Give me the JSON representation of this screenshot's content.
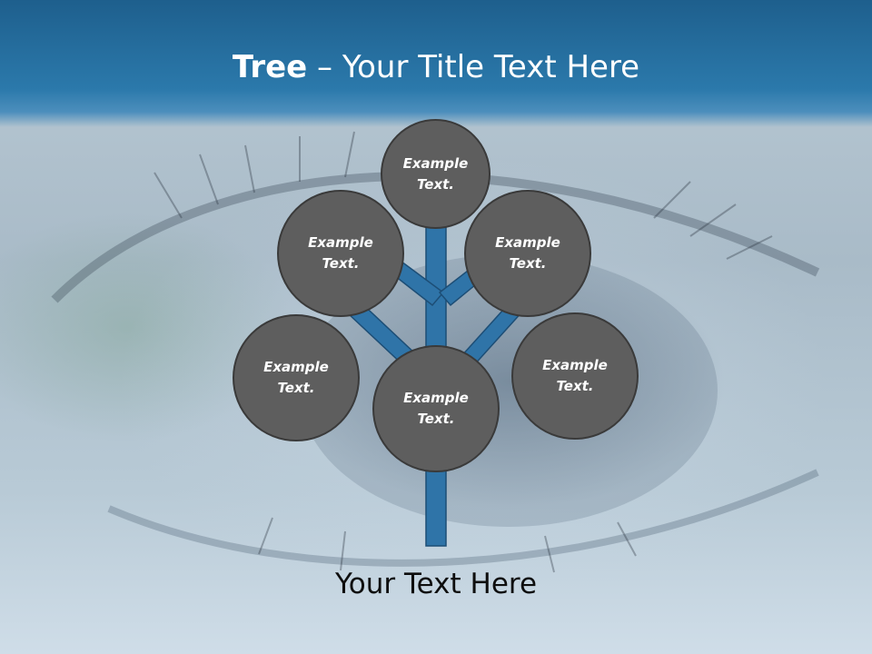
{
  "title": {
    "bold": "Tree",
    "rest": " – Your Title Text Here"
  },
  "nodes": [
    {
      "label": "Example\nText."
    },
    {
      "label": "Example\nText."
    },
    {
      "label": "Example\nText."
    },
    {
      "label": "Example\nText."
    },
    {
      "label": "Example\nText."
    },
    {
      "label": "Example\nText."
    }
  ],
  "caption": "Your Text Here",
  "colors": {
    "header": "#2b79ab",
    "node_fill": "#5e5e5e",
    "branch": "#2f74a8",
    "text": "#ffffff"
  }
}
